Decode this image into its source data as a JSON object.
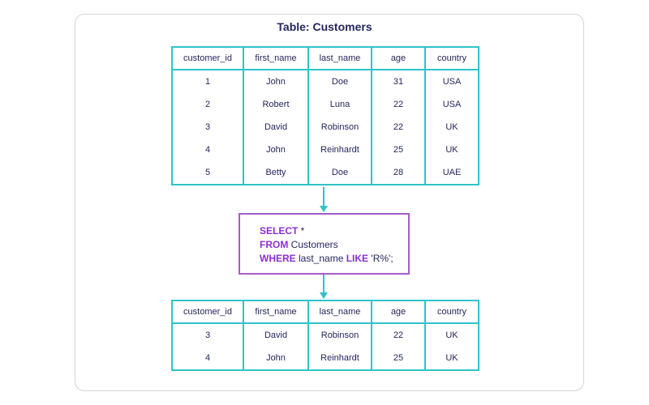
{
  "title": "Table: Customers",
  "columns": [
    "customer_id",
    "first_name",
    "last_name",
    "age",
    "country"
  ],
  "source_rows": [
    [
      "1",
      "John",
      "Doe",
      "31",
      "USA"
    ],
    [
      "2",
      "Robert",
      "Luna",
      "22",
      "USA"
    ],
    [
      "3",
      "David",
      "Robinson",
      "22",
      "UK"
    ],
    [
      "4",
      "John",
      "Reinhardt",
      "25",
      "UK"
    ],
    [
      "5",
      "Betty",
      "Doe",
      "28",
      "UAE"
    ]
  ],
  "query": {
    "line1_kw": "SELECT",
    "line1_rest": " *",
    "line2_kw": "FROM",
    "line2_rest": " Customers",
    "line3_kw": "WHERE",
    "line3_mid": " last_name ",
    "line3_kw2": "LIKE",
    "line3_rest": " 'R%';"
  },
  "result_rows": [
    [
      "3",
      "David",
      "Robinson",
      "22",
      "UK"
    ],
    [
      "4",
      "John",
      "Reinhardt",
      "25",
      "UK"
    ]
  ],
  "colors": {
    "table_border": "#2ec4c9",
    "query_border": "#a95cc8",
    "keyword": "#8a2fd1",
    "text": "#25265e"
  }
}
